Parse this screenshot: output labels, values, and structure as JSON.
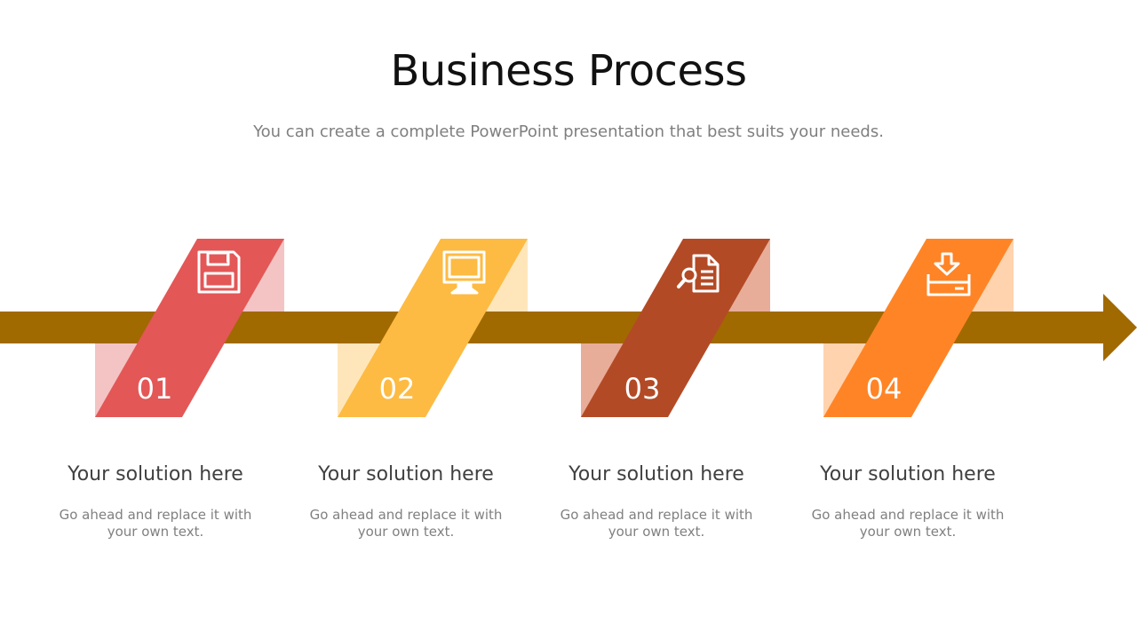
{
  "title": "Business Process",
  "subtitle": "You can create a complete PowerPoint presentation that best suits your needs.",
  "colors": {
    "arrow": "#A06A00",
    "step1": "#E35757",
    "step1_light": "#F4C4C4",
    "step2": "#FDBB43",
    "step2_light": "#FFE6BA",
    "step3": "#B34A26",
    "step3_light": "#E8AD99",
    "step4": "#FF8426",
    "step4_light": "#FFD3AE"
  },
  "steps": [
    {
      "number": "01",
      "icon": "floppy-disk-icon",
      "title": "Your solution here",
      "desc_line1": "Go ahead and replace it with",
      "desc_line2": "your own text."
    },
    {
      "number": "02",
      "icon": "monitor-icon",
      "title": "Your solution here",
      "desc_line1": "Go ahead and replace it with",
      "desc_line2": "your own text."
    },
    {
      "number": "03",
      "icon": "document-search-icon",
      "title": "Your solution here",
      "desc_line1": "Go ahead and replace it with",
      "desc_line2": "your own text."
    },
    {
      "number": "04",
      "icon": "download-tray-icon",
      "title": "Your solution here",
      "desc_line1": "Go ahead and replace it with",
      "desc_line2": "your own text."
    }
  ]
}
